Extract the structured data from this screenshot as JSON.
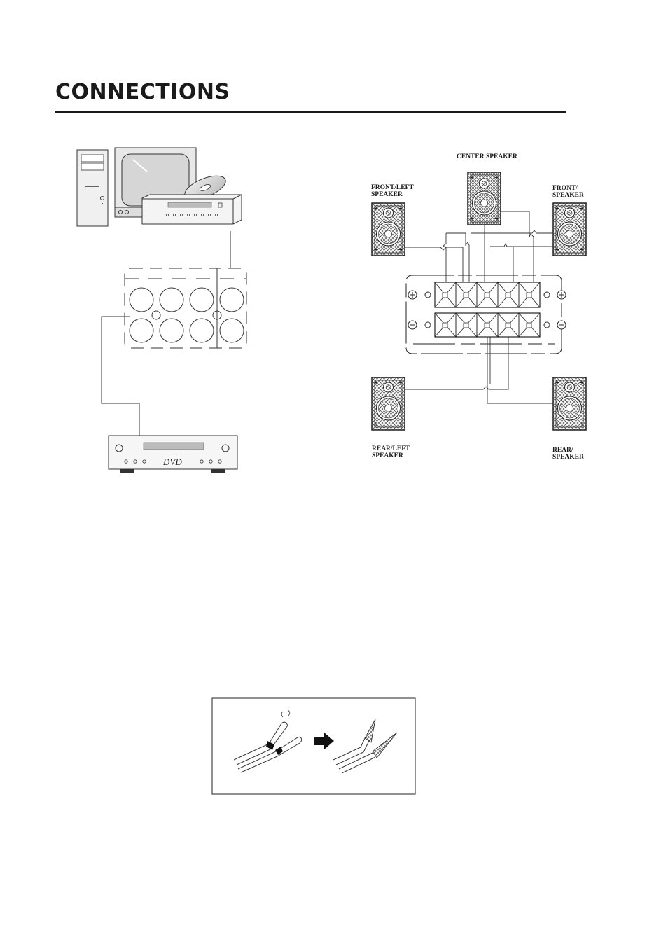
{
  "page": {
    "title": "CONNECTIONS"
  },
  "left_diagram": {
    "dvd_label": "DVD"
  },
  "right_diagram": {
    "center_speaker": "CENTER SPEAKER",
    "front_left_line1": "FRONT/LEFT",
    "front_left_line2": "SPEAKER",
    "front_right_line1": "FRONT/",
    "front_right_line2": "SPEAKER",
    "rear_left_line1": "REAR/LEFT",
    "rear_left_line2": "SPEAKER",
    "rear_right_line1": "REAR/",
    "rear_right_line2": "SPEAKER",
    "plus_symbol": "+",
    "minus_symbol": "−"
  },
  "wire_figure": {}
}
